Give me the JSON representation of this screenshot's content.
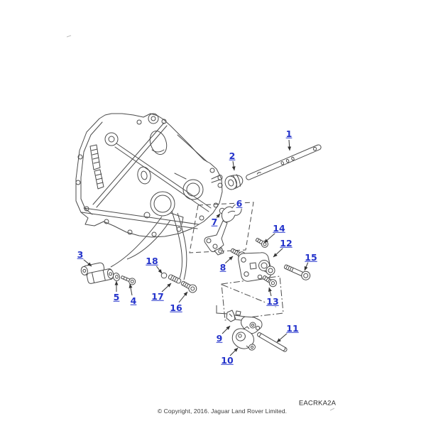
{
  "window": {
    "background": "#ffffff"
  },
  "callouts": {
    "c1": "1",
    "c2": "2",
    "c3": "3",
    "c4": "4",
    "c5": "5",
    "c6": "6",
    "c7": "7",
    "c8": "8",
    "c9": "9",
    "c10": "10",
    "c11": "11",
    "c12": "12",
    "c13": "13",
    "c14": "14",
    "c15": "15",
    "c16": "16",
    "c17": "17",
    "c18": "18"
  },
  "footer": {
    "drawing_code": "EACRKA2A",
    "copyright": "© Copyright, 2016. Jaguar Land Rover Limited."
  },
  "colors": {
    "callout_link": "#2433cb",
    "artwork_line": "#4b4b4b",
    "leader_line": "#333333",
    "background": "#ffffff"
  }
}
